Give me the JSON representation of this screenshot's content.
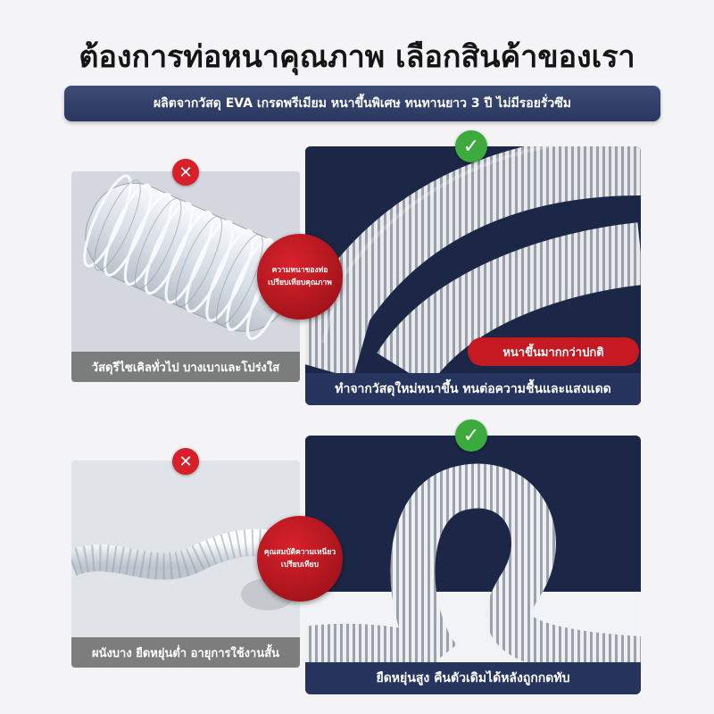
{
  "header": {
    "title": "ต้องการท่อหนาคุณภาพ เลือกสินค้าของเรา",
    "banner": "ผลิตจากวัสดุ EVA เกรดพรีเมียม หนาขึ้นพิเศษ ทนทานยาว 3 ปี ไม่มีรอยรั่วซึม"
  },
  "row1": {
    "bad_caption": "วัสดุรีไซเคิลทั่วไป บางเบาและโปร่งใส",
    "badge_line1": "ความหนาของท่อ",
    "badge_line2": "เปรียบเทียบคุณภาพ",
    "good_highlight": "หนาขึ้นมากกว่าปกติ",
    "good_caption": "ทำจากวัสดุใหม่หนาขึ้น ทนต่อความชื้นและแสงแดด"
  },
  "row2": {
    "bad_caption": "ผนังบาง ยืดหยุ่นต่ำ อายุการใช้งานสั้น",
    "badge_line1": "คุณสมบัติความเหนียว",
    "badge_line2": "เปรียบเทียบ",
    "good_caption": "ยืดหยุ่นสูง คืนตัวเดิมได้หลังถูกกดทับ"
  },
  "icons": {
    "bad": "cross-icon",
    "good": "check-icon",
    "x_glyph": "✕",
    "check_glyph": "✓"
  },
  "colors": {
    "navy": "#1c2747",
    "banner": "#2f3d67",
    "red": "#c61a22",
    "green": "#3caa3c"
  }
}
